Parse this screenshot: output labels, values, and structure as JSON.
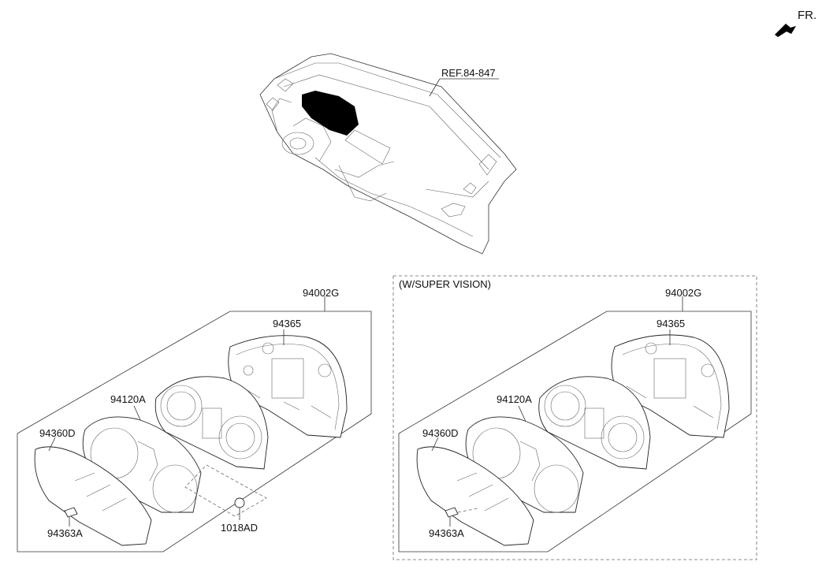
{
  "orientation": {
    "text": "FR.",
    "icon": "front-arrow-icon"
  },
  "dashboard": {
    "reference": "REF.84-847"
  },
  "standard_group": {
    "assembly": "94002G",
    "parts": {
      "case": "94365",
      "gauge_panel": "94120A",
      "lens": "94360D",
      "screw": "1018AD",
      "clip": "94363A"
    }
  },
  "super_vision_group": {
    "variant_label": "(W/SUPER VISION)",
    "assembly": "94002G",
    "parts": {
      "case": "94365",
      "gauge_panel": "94120A",
      "lens": "94360D",
      "clip": "94363A"
    }
  }
}
